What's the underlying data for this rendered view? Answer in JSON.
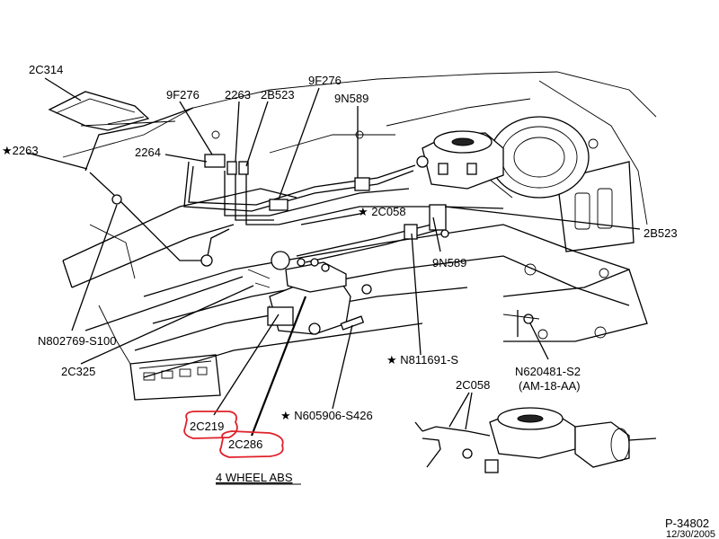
{
  "labels": {
    "l_2c314": "2C314",
    "l_9f276a": "9F276",
    "l_2263a": "2263",
    "l_2b523a": "2B523",
    "l_9f276b": "9F276",
    "l_9n589a": "9N589",
    "l_star2263": "★2263",
    "l_2264": "2264",
    "l_2c058a": "★ 2C058",
    "l_2b523b": "2B523",
    "l_9n589b": "9N589",
    "l_n802769": "N802769-S100",
    "l_2c325": "2C325",
    "l_n811691": "★ N811691-S",
    "l_n620481": "N620481-S2",
    "l_am18aa": "(AM-18-AA)",
    "l_2c058b": "2C058",
    "l_2c219": "2C219",
    "l_2c286": "2C286",
    "l_n605906": "★ N605906-S426",
    "l_caption": "4 WHEEL ABS",
    "l_figno": "P-34802",
    "l_date": "12/30/2005"
  },
  "colors": {
    "highlight": "#e0202a",
    "line": "#000000",
    "background": "#ffffff"
  }
}
